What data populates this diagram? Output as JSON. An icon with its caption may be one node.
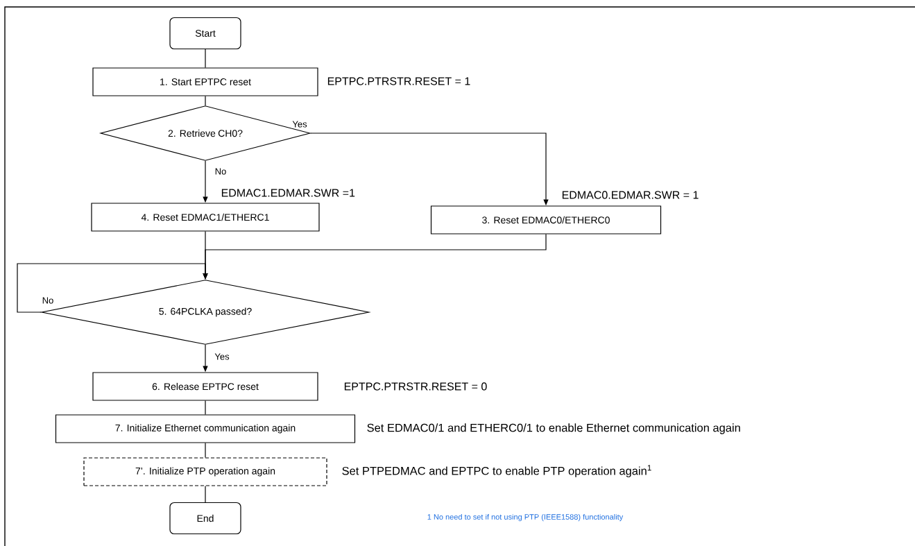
{
  "diagram": {
    "nodes": [
      {
        "text": [
          "Start"
        ]
      },
      {
        "text": [
          "1. Start EPTPC reset"
        ],
        "beside": [
          "EPTPC.PTRSTR.RESET = 1"
        ]
      },
      {
        "text": [
          "2. Retrieve CH0?"
        ]
      },
      {
        "text": [
          "4. Reset EDMAC1/ETHERC1"
        ],
        "beside": [
          "EDMAC1.EDMAR.SWR =1"
        ]
      },
      {
        "text": [
          "3. Reset EDMAC0/ETHERC0"
        ],
        "beside": [
          "EDMAC0.EDMAR.SWR = 1"
        ]
      },
      {
        "text": [
          "5. 64PCLKA passed?"
        ]
      },
      {
        "text": [
          "6. Release EPTPC reset"
        ],
        "beside": [
          "EPTPC.PTRSTR.RESET = 0"
        ]
      },
      {
        "text": [
          "7. Initialize Ethernet communication again"
        ],
        "beside": [
          "Set EDMAC0/1 and ETHERC0/1 to enable Ethernet communication again"
        ]
      },
      {
        "text": [
          "7’. Initialize PTP operation again"
        ],
        "beside": [
          "Set PTPEDMAC and EPTPC to enable PTP operation again$^{1}$"
        ]
      },
      {
        "text": [
          "End"
        ]
      }
    ],
    "edges": [
      {
        "from": 0,
        "to": 1,
        "arrow": "none"
      },
      {
        "from": 1,
        "to": 2,
        "arrow": "none"
      },
      {
        "from": 2,
        "to": 4,
        "arrow": "to",
        "label": "Yes"
      },
      {
        "from": 2,
        "to": 3,
        "arrow": "to",
        "label": "No"
      },
      {
        "from": 3,
        "to": 5,
        "arrow": "to"
      },
      {
        "from": 4,
        "to": 5,
        "arrow": "to"
      },
      {
        "from": 5,
        "to": 5,
        "arrow": "to",
        "label": "No"
      },
      {
        "from": 5,
        "to": 6,
        "arrow": "to",
        "label": "Yes"
      },
      {
        "from": 6,
        "to": 7,
        "arrow": "none"
      },
      {
        "from": 7,
        "to": 8,
        "arrow": "none"
      },
      {
        "from": 8,
        "to": 9,
        "arrow": "none"
      }
    ],
    "labels": [
      "1 No need to set if not using PTP (IEEE1588) functionality"
    ]
  }
}
